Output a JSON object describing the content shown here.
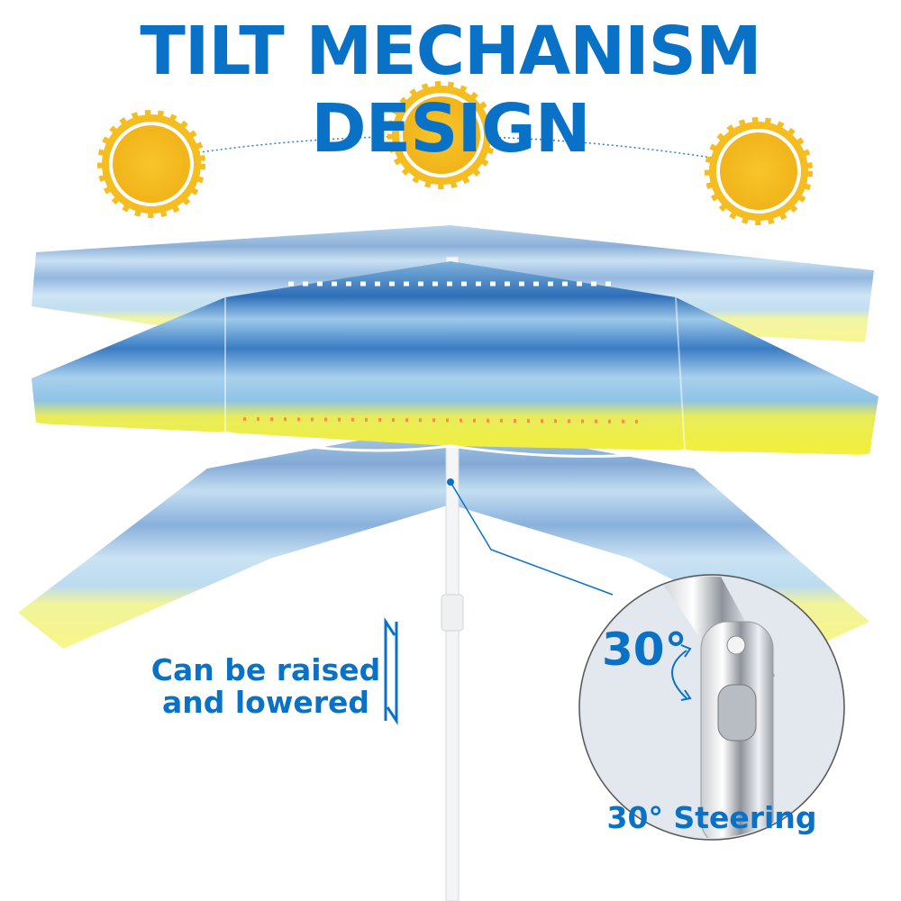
{
  "title": "TILT MECHANISM DESIGN",
  "raise_caption": {
    "line1": "Can be raised",
    "line2": "and lowered"
  },
  "angle_label": "30°",
  "steering_caption": "30° Steering",
  "icons": [
    "sun-icon",
    "up-down-arrows-icon",
    "rotate-arrow-icon"
  ],
  "colors": {
    "brand_blue": "#0a72c6",
    "sun": "#f5bd1f"
  }
}
